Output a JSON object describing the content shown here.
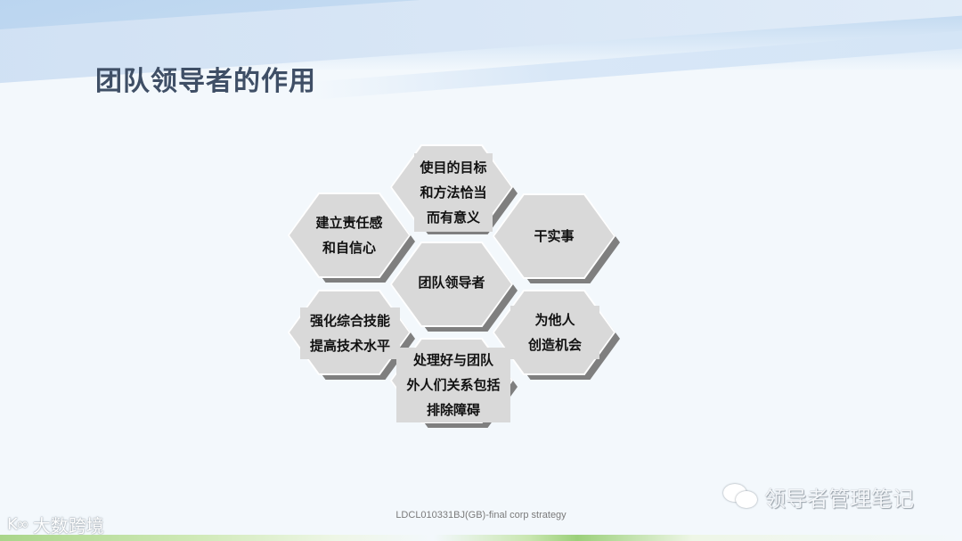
{
  "slide": {
    "title": "团队领导者的作用",
    "center_node": "团队领导者",
    "nodes": [
      {
        "id": "top",
        "lines": [
          "使目的目标",
          "和方法恰当",
          "而有意义"
        ]
      },
      {
        "id": "upper-left",
        "lines": [
          "建立责任感",
          "和自信心"
        ]
      },
      {
        "id": "upper-right",
        "lines": [
          "干实事"
        ]
      },
      {
        "id": "lower-left",
        "lines": [
          "强化综合技能",
          "提高技术水平"
        ]
      },
      {
        "id": "lower-right",
        "lines": [
          "为他人",
          "创造机会"
        ]
      },
      {
        "id": "bottom",
        "lines": [
          "处理好与团队",
          "外人们关系包括",
          "排除障碍"
        ]
      }
    ],
    "footer_doc": "LDCL010331BJ(GB)-final corp strategy"
  },
  "watermarks": {
    "left_logo": "K∞",
    "left_text": "大数跨境",
    "right_text": "领导者管理笔记"
  },
  "colors": {
    "title": "#3f4f66",
    "hex_face": "#d9d9d9",
    "hex_shadow": "#7f7f7f",
    "background": "#f3f8fc",
    "band_blue": "#b9d4ef"
  }
}
